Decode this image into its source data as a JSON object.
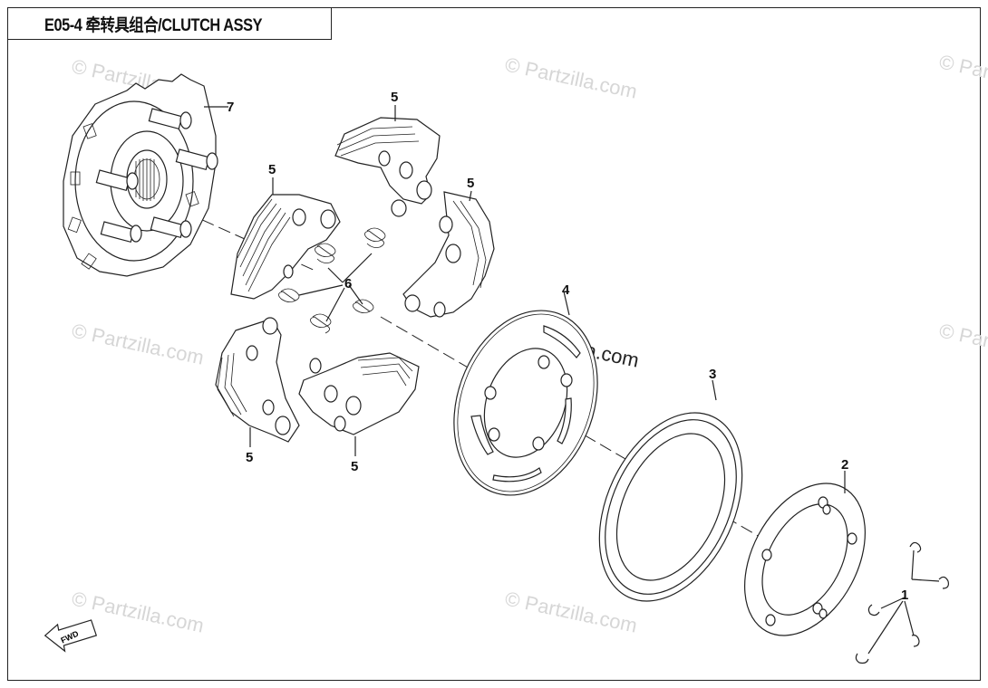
{
  "title": "E05-4  牵转具组合/CLUTCH ASSY",
  "watermark": "© Partzilla.com",
  "watermark_center": "© Partzilla.com",
  "fwd_label": "FWD",
  "callouts": {
    "c7": "7",
    "c5a": "5",
    "c5b": "5",
    "c5c": "5",
    "c5d": "5",
    "c5e": "5",
    "c6": "6",
    "c4": "4",
    "c3": "3",
    "c2": "2",
    "c1": "1"
  }
}
